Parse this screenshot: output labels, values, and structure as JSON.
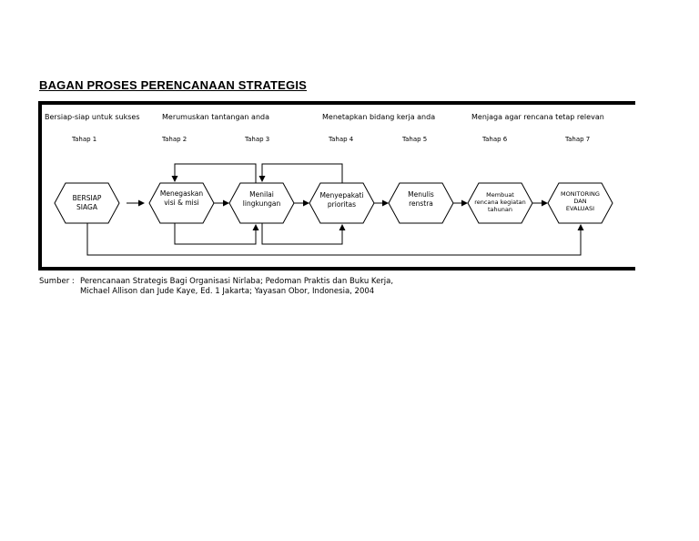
{
  "title": "BAGAN PROSES PERENCANAAN STRATEGIS",
  "phases": [
    "Bersiap-siap untuk sukses",
    "Merumuskan tantangan anda",
    "Menetapkan bidang kerja anda",
    "Menjaga agar rencana tetap relevan"
  ],
  "stages": [
    "Tahap 1",
    "Tahap 2",
    "Tahap 3",
    "Tahap 4",
    "Tahap 5",
    "Tahap 6",
    "Tahap 7"
  ],
  "nodes": [
    "BERSIAP\nSIAGA",
    "Menegaskan\nvisi & misi",
    "Menilai\nlingkungan",
    "Menyepakati\nprioritas",
    "Menulis\nrenstra",
    "Membuat\nrencana kegiatan\ntahunan",
    "MONITORING\nDAN\nEVALUASI"
  ],
  "source": {
    "label": "Sumber :",
    "line1": "Perencanaan Strategis Bagi Organisasi Nirlaba; Pedoman Praktis dan Buku Kerja,",
    "line2": "Michael Allison dan Jude Kaye, Ed. 1 Jakarta; Yayasan Obor, Indonesia, 2004"
  }
}
